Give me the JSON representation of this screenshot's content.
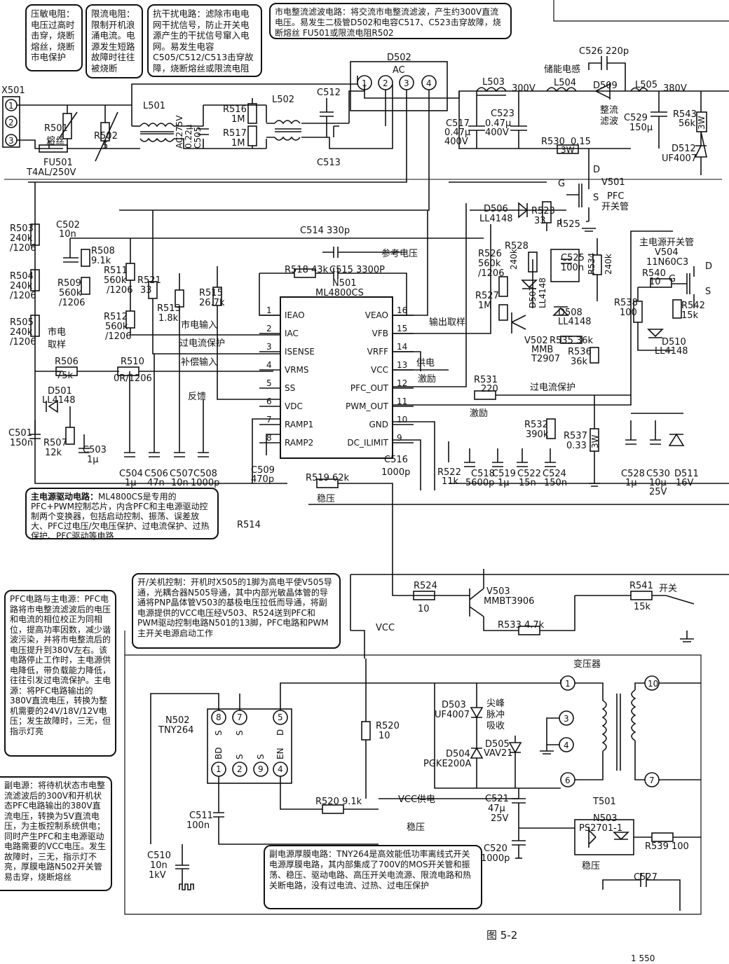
{
  "figure_caption": "图 5-2",
  "footer_mark": "1 550",
  "connectors": {
    "x501": "X501",
    "pins": [
      "1",
      "2",
      "3"
    ]
  },
  "components": {
    "r501": [
      "R501",
      "熔丝"
    ],
    "fu501": [
      "FU501",
      "T4AL/250V"
    ],
    "r502": [
      "R502",
      "5"
    ],
    "l501": "L501",
    "c505": [
      "AC275V",
      "0.22μ",
      "C505"
    ],
    "r516": [
      "R516",
      "1M"
    ],
    "r517": [
      "R517",
      "1M"
    ],
    "l502": "L502",
    "c512": "C512",
    "c513": "C513",
    "d502": [
      "D502",
      "AC"
    ],
    "bridge_pins": [
      "1",
      "2",
      "3",
      "4"
    ],
    "l503": "L503",
    "v300": "300V",
    "c517": [
      "C517",
      "0.47μ",
      "400V"
    ],
    "c523": [
      "C523",
      "0.47μ",
      "400V"
    ],
    "l504": [
      "储能电感",
      "L504"
    ],
    "c526": "C526 220p",
    "d509": [
      "D509",
      "整流",
      "滤波"
    ],
    "l505": "L505",
    "v380": "380V",
    "c529": [
      "C529",
      "150μ"
    ],
    "r543": [
      "R543",
      "56k",
      "3W"
    ],
    "r530": [
      "R530",
      "0.15",
      "3W"
    ],
    "d512": [
      "D512",
      "UF4007"
    ],
    "v501": [
      "V501",
      "PFC",
      "开关管"
    ],
    "d506": [
      "D506",
      "LL4148"
    ],
    "r523": [
      "R523",
      "33"
    ],
    "r525": "R525",
    "r503": [
      "R503",
      "240k",
      "/1206"
    ],
    "c502": [
      "C502",
      "10n"
    ],
    "c514": "C514 330p",
    "r508": [
      "R508",
      "9.1k"
    ],
    "r511": [
      "R511",
      "560k",
      "/1206"
    ],
    "r509": [
      "R509",
      "560k",
      "/1206"
    ],
    "r504": [
      "R504",
      "240k",
      "/1206"
    ],
    "r521": [
      "R521",
      "33"
    ],
    "r515": [
      "R515",
      "26.7k"
    ],
    "ref_voltage": "参考电压",
    "r518": "R518 43k",
    "c515": "C515 3300P",
    "ic_n501": [
      "N501",
      "ML4800CS"
    ],
    "r526": [
      "R526",
      "560k",
      "/1206"
    ],
    "r528": [
      "R528",
      "240k"
    ],
    "c525": [
      "C525",
      "100n"
    ],
    "r534": [
      "R534",
      "240k"
    ],
    "main_switch": [
      "主电源开关管",
      "V504",
      "11N60C3"
    ],
    "r540": [
      "R540",
      "10"
    ],
    "r538": [
      "R538",
      "100"
    ],
    "r542": [
      "R542",
      "15k"
    ],
    "r512": [
      "R512",
      "560k",
      "/1206"
    ],
    "r513": [
      "R513",
      "1.8k"
    ],
    "r527": [
      "R527",
      "1M"
    ],
    "d507": [
      "D507",
      "LL4148"
    ],
    "d508": [
      "D508",
      "LL4148"
    ],
    "d510": [
      "D510",
      "LL4148"
    ],
    "r505": [
      "R505",
      "240k",
      "/1206"
    ],
    "mains_sample": [
      "市电",
      "取样"
    ],
    "v502": [
      "V502",
      "MMB",
      "T2907"
    ],
    "r535": "R535 36k",
    "r536": [
      "R536",
      "36k"
    ],
    "r506": [
      "R506",
      "75k"
    ],
    "r510": [
      "R510",
      "0R/1206"
    ],
    "d501": [
      "D501",
      "LL4148"
    ],
    "r531": [
      "R531",
      "220"
    ],
    "r532": [
      "R532",
      "390k"
    ],
    "r537": [
      "R537",
      "0.33",
      "3W"
    ],
    "c501": [
      "C501",
      "150n"
    ],
    "r507": [
      "R507",
      "12k"
    ],
    "c503": [
      "C503",
      "1μ"
    ],
    "c504": [
      "C504",
      "1μ"
    ],
    "c506": [
      "C506",
      "47n"
    ],
    "c507": [
      "C507",
      "10n"
    ],
    "c508": [
      "C508",
      "1000p"
    ],
    "c509": [
      "C509",
      "470p"
    ],
    "c516": [
      "C516",
      "1000p"
    ],
    "r522": [
      "R522",
      "11k"
    ],
    "c518": [
      "C518",
      "5600p"
    ],
    "c519": [
      "C519",
      "1μ"
    ],
    "c522": [
      "C522",
      "15n"
    ],
    "c524": [
      "C524",
      "150n"
    ],
    "c528": [
      "C528",
      "1μ"
    ],
    "c530": [
      "C530",
      "10μ",
      "25V"
    ],
    "d511": [
      "D511",
      "16V"
    ],
    "r519": "R519 62k",
    "r514": "R514",
    "r524": [
      "R524",
      "10"
    ],
    "v503": [
      "V503",
      "MMBT3906"
    ],
    "r533": "R533 4.7k",
    "r541": [
      "R541",
      "15k"
    ],
    "switch_label": "开关",
    "vcc": "VCC",
    "transformer": [
      "变压器",
      "T501"
    ],
    "n502": [
      "N502",
      "TNY264"
    ],
    "n502_pins": [
      "S",
      "8",
      "S",
      "7",
      "D",
      "5",
      "BD",
      "1",
      "S",
      "2",
      "S",
      "9",
      "EN",
      "4"
    ],
    "r520a": [
      "R520",
      "10"
    ],
    "d503": [
      "D503",
      "UF4007"
    ],
    "d504": [
      "D504",
      "PGKE200A"
    ],
    "d505": [
      "D505",
      "VAV21"
    ],
    "spike": [
      "尖峰",
      "脉冲",
      "吸收"
    ],
    "t_pins": [
      "1",
      "10",
      "3",
      "4",
      "6",
      "7"
    ],
    "r520b": "R520 9.1k",
    "vcc_supply": "VCC供电",
    "c521": [
      "C521",
      "47μ",
      "25V"
    ],
    "c511": [
      "C511",
      "100n"
    ],
    "c510": [
      "C510",
      "10n",
      "1kV"
    ],
    "regulate": "稳压",
    "c520": [
      "C520",
      "1000p"
    ],
    "n503": [
      "N503",
      "PS2701-1"
    ],
    "r539": "R539 100",
    "c527": "C527"
  },
  "ic_pins": {
    "left": [
      {
        "n": "1",
        "name": "IEAO"
      },
      {
        "n": "2",
        "name": "IAC"
      },
      {
        "n": "3",
        "name": "ISENSE"
      },
      {
        "n": "4",
        "name": "VRMS"
      },
      {
        "n": "5",
        "name": "SS"
      },
      {
        "n": "6",
        "name": "VDC"
      },
      {
        "n": "7",
        "name": "RAMP1"
      },
      {
        "n": "8",
        "name": "RAMP2"
      }
    ],
    "right": [
      {
        "n": "16",
        "name": "VEAO"
      },
      {
        "n": "15",
        "name": "VFB"
      },
      {
        "n": "14",
        "name": "VRFF"
      },
      {
        "n": "13",
        "name": "VCC"
      },
      {
        "n": "12",
        "name": "PFC_OUT"
      },
      {
        "n": "11",
        "name": "PWM_OUT"
      },
      {
        "n": "10",
        "name": "GND"
      },
      {
        "n": "9",
        "name": "DC_ILIMIT"
      }
    ]
  },
  "signals": {
    "mains_input": "市电输入",
    "overcurrent": "过电流保护",
    "compensation": "补偿输入",
    "feedback": "反馈",
    "output_sample": "输出取样",
    "supply": "供电",
    "drive1": "激励",
    "drive2": "激励",
    "overcurrent2": "过电流保护",
    "regulate": "稳压"
  },
  "notes": {
    "varistor": "压敏电阻：电压过高时击穿，烧断熔丝，烧断市电保护",
    "limiter": "限流电阻：限制开机浪涌电流。电源发生短路故障时往往被烧断",
    "emi": "抗干扰电路：滤除市电电网干扰信号，防止开关电源产生的干扰信号窜入电网。易发生电容C505/C512/C513击穿故障，烧断熔丝或限流电阻",
    "rectifier": "市电整流滤波电路：将交流市电整流滤波，产生约300V直流电压。易发生二极管D502和电容C517、C523击穿故障，烧断熔丝 FU501或限流电阻R502",
    "driver_title": "主电源驱动电路：",
    "driver": "ML4800CS是专用的PFC+PWM控制芯片，内含PFC和主电源驱动控制两个变换器，包括启动控制、振荡、误差放大、PFC过电压/欠电压保护、过电流保护、过热保护、PFC驱动等电路",
    "onoff": "开/关机控制：开机时X505的1脚为高电平使V505导通，光耦合器N505导通，其中内部光敏晶体管的导通将PNP晶体管V503的基极电压拉低而导通，将副电源提供的VCC电压经V503、R524送到PFC和PWM驱动控制电路N501的13脚，PFC电路和PWM主开关电源启动工作",
    "pfc": "PFC电路与主电源：PFC电路将市电整流滤波后的电压和电流的相位校正为同相位，提高功率因数，减少谐波污染，并将市电整流后的电压提升到380V左右。该电路停止工作时，主电源供电降低，带负载能力降低，往往引发过电流保护。主电源：将PFC电路输出的380V直流电压，转换为整机需要的24V/18V/12V电压；发生故障时，三无，但指示灯亮",
    "standby": "副电源：将待机状态市电整流滤波后的300V和开机状态PFC电路输出的380V直流电压，转换为5V直流电压，为主板控制系统供电；同时产生PFC和主电源驱动电路需要的VCC电压。发生故障时，三无，指示灯不亮，厚膜电路N502开关管易击穿，烧断熔丝",
    "thick": "副电源厚膜电路：TNY264是高效能低功率离线式开关电源厚膜电路，其内部集成了700V的MOS开关管和振荡、稳压、驱动电路、高压开关电流源、限流电路和热关断电路，没有过电流、过热、过电压保护"
  }
}
